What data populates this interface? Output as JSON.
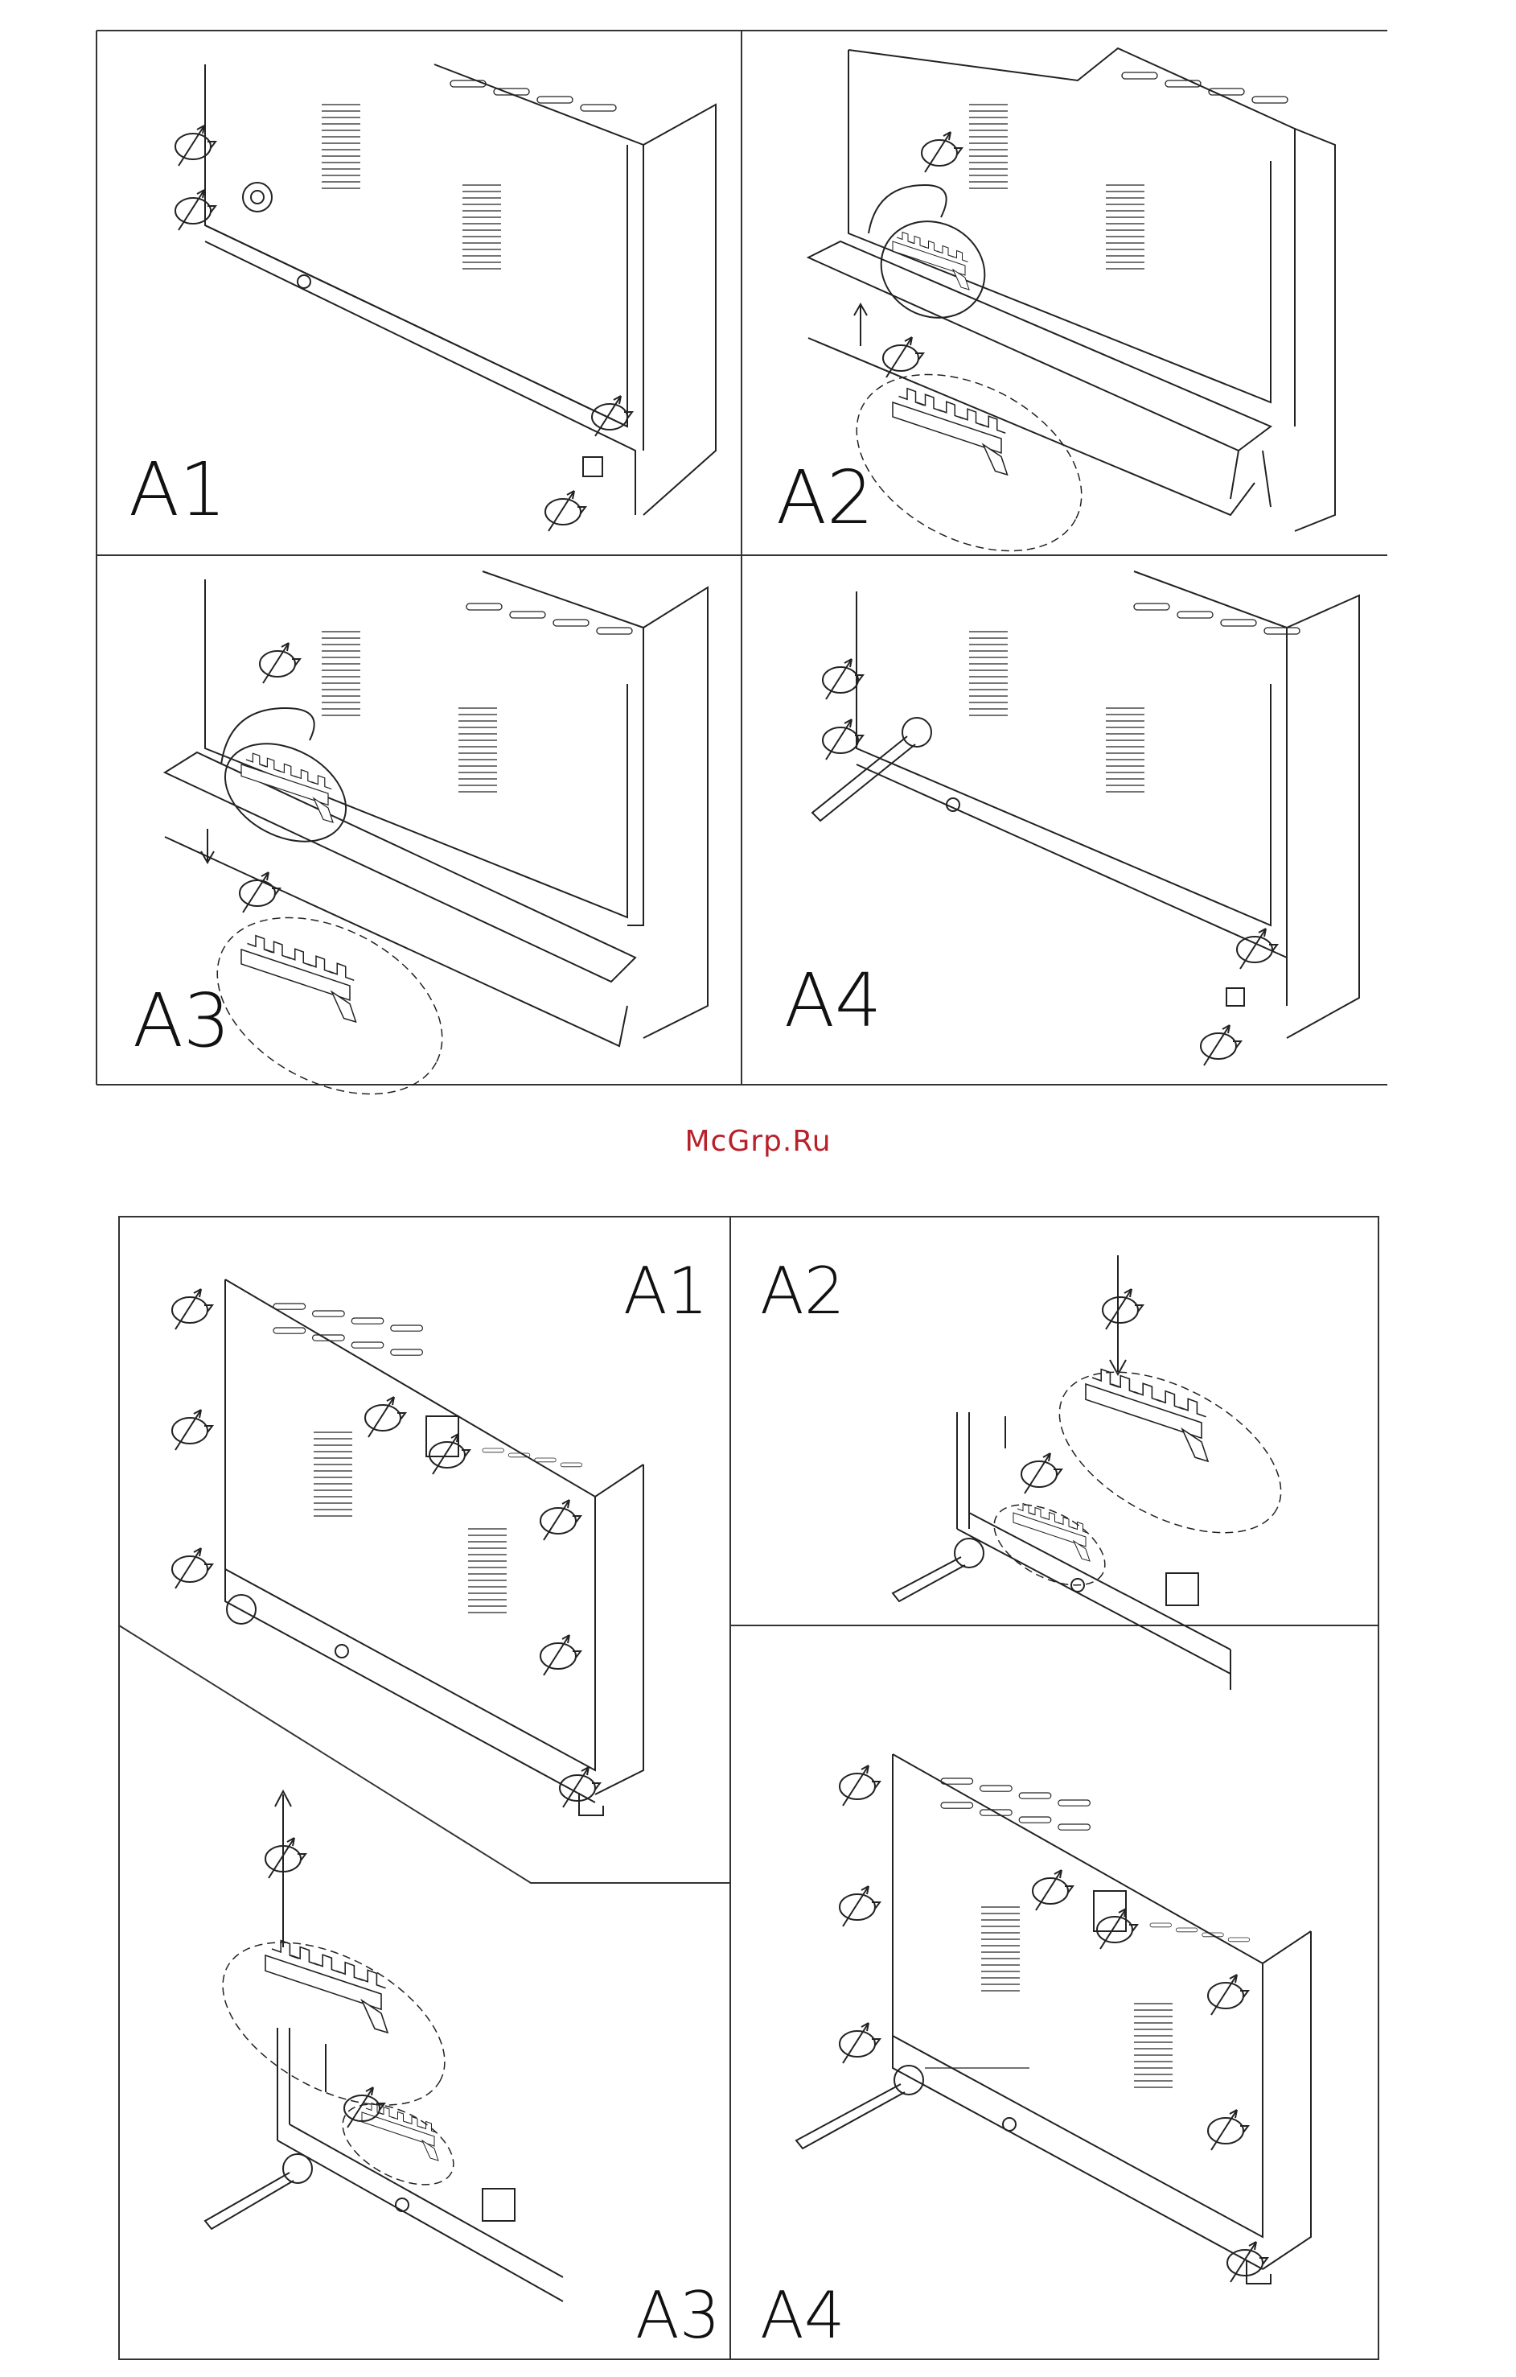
{
  "watermark": "McGrp.Ru",
  "top_figure": {
    "panels": [
      {
        "label": "A1"
      },
      {
        "label": "A2"
      },
      {
        "label": "A3"
      },
      {
        "label": "A4"
      }
    ]
  },
  "bottom_figure": {
    "panels": [
      {
        "label": "A1"
      },
      {
        "label": "A2"
      },
      {
        "label": "A3"
      },
      {
        "label": "A4"
      }
    ]
  },
  "icons": [
    "rotate-arrow-icon",
    "arrow-up-icon",
    "arrow-down-icon",
    "terminal-block-icon"
  ]
}
